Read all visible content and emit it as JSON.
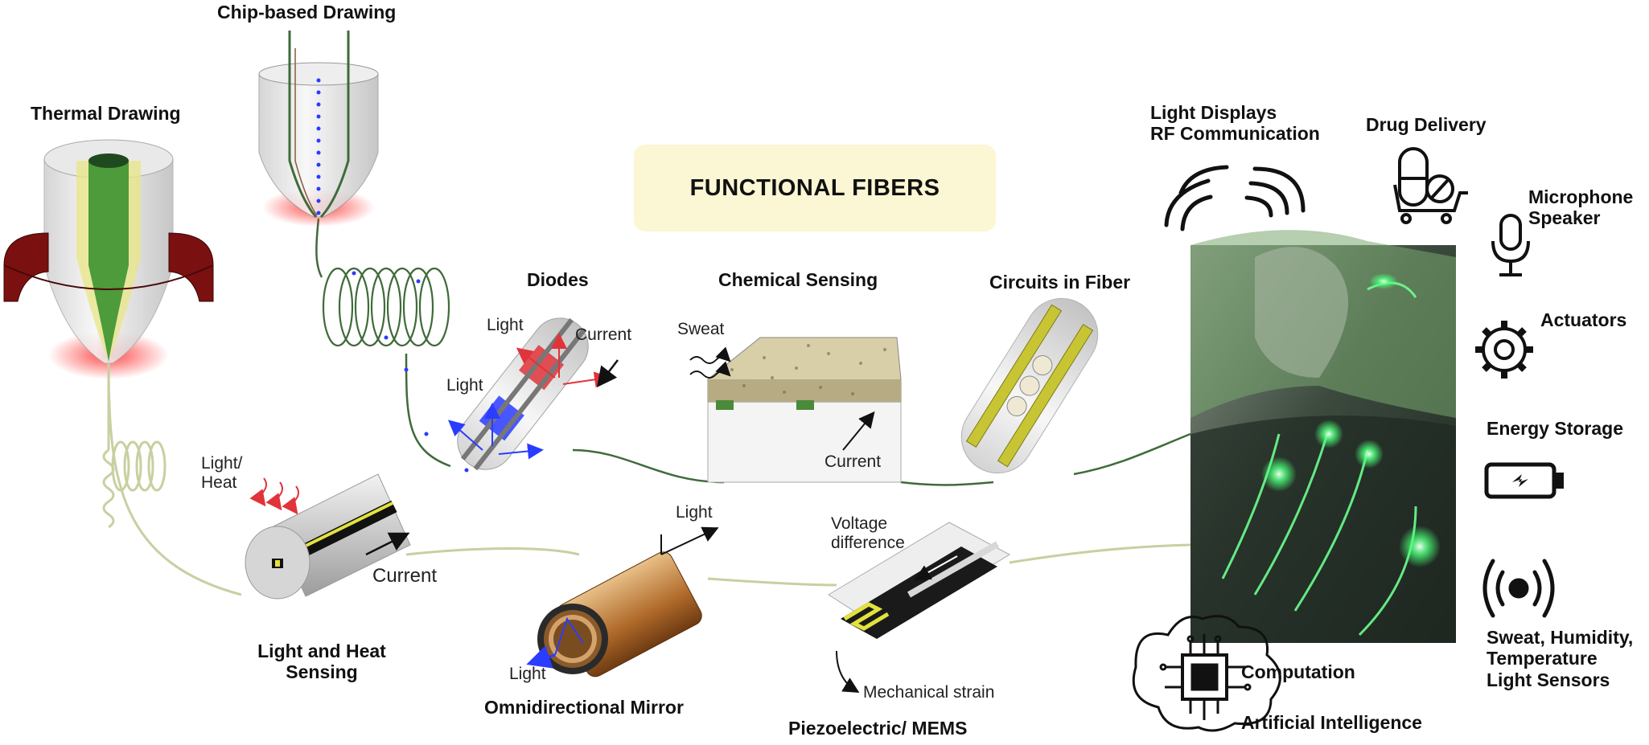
{
  "title": "FUNCTIONAL FIBERS",
  "processes": {
    "thermal": "Thermal Drawing",
    "chip": "Chip-based Drawing"
  },
  "devices": {
    "diodes": "Diodes",
    "chemical": "Chemical Sensing",
    "circuits": "Circuits in Fiber",
    "lightheat_l1": "Light and Heat",
    "lightheat_l2": "Sensing",
    "mirror": "Omnidirectional Mirror",
    "piezo": "Piezoelectric/ MEMS"
  },
  "annotations": {
    "light_heat_1": "Light/",
    "light_heat_2": "Heat",
    "current": "Current",
    "light": "Light",
    "sweat": "Sweat",
    "voltage_1": "Voltage",
    "voltage_2": "difference",
    "mechanical_strain": "Mechanical strain"
  },
  "applications": {
    "light_displays": "Light Displays",
    "rf_comm": "RF Communication",
    "drug_delivery": "Drug Delivery",
    "microphone": "Microphone",
    "speaker": "Speaker",
    "actuators": "Actuators",
    "energy_storage": "Energy Storage",
    "sensors_1": "Sweat, Humidity,",
    "sensors_2": "Temperature",
    "sensors_3": "Light Sensors",
    "computation": "Computation",
    "ai": "Artificial Intelligence"
  },
  "icons": [
    "rf-waves-icon",
    "pill-cart-icon",
    "microphone-icon",
    "gear-icon",
    "battery-icon",
    "sensor-broadcast-icon",
    "brain-chip-icon"
  ],
  "colors": {
    "fiber_green": "#3f6b3a",
    "glow_green": "#4cff7a",
    "heat_red": "#e0343a",
    "conductor_yellow": "#e3e23c",
    "diode_blue": "#2a3cff",
    "banner_bg": "#fbf6d3"
  }
}
